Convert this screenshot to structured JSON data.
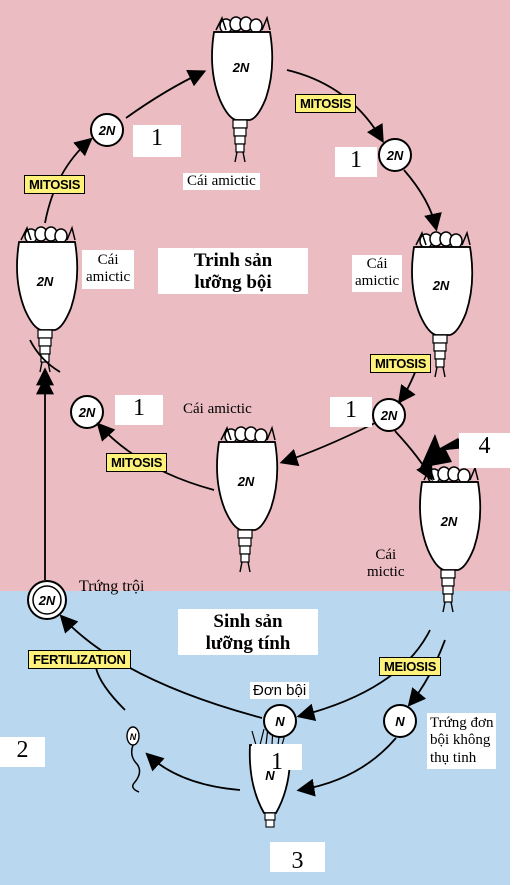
{
  "colors": {
    "parthenogenesis_bg": "#ebbcc1",
    "sexual_bg": "#b9d8ef",
    "label_fill": "#fff27a"
  },
  "sections": {
    "top_title": "Trinh sản\nlưỡng bội",
    "bottom_title": "Sinh sản\nlưỡng tính"
  },
  "process_labels": {
    "mitosis_top_right": "MITOSIS",
    "mitosis_left": "MITOSIS",
    "mitosis_right": "MITOSIS",
    "mitosis_bottom": "MITOSIS",
    "fertilization": "FERTILIZATION",
    "meiosis": "MEIOSIS"
  },
  "cells": {
    "ploidy_2n": "2N",
    "ploidy_n": "N"
  },
  "females": {
    "top": "Cái amictic",
    "left": "Cái\namictic",
    "right": "Cái\namictic",
    "bottom": "Cái amictic",
    "mictic": "Cái\nmictic"
  },
  "egg_labels": {
    "resting_egg": "Trứng trội",
    "haploid": "Đơn bội",
    "unfertilized": "Trứng đơn\nbội không\nthụ tinh"
  },
  "numbers": {
    "n1_a": "1",
    "n1_b": "1",
    "n1_c": "1",
    "n1_d": "1",
    "n1_e": "1",
    "n2": "2",
    "n3": "3",
    "n4": "4"
  }
}
